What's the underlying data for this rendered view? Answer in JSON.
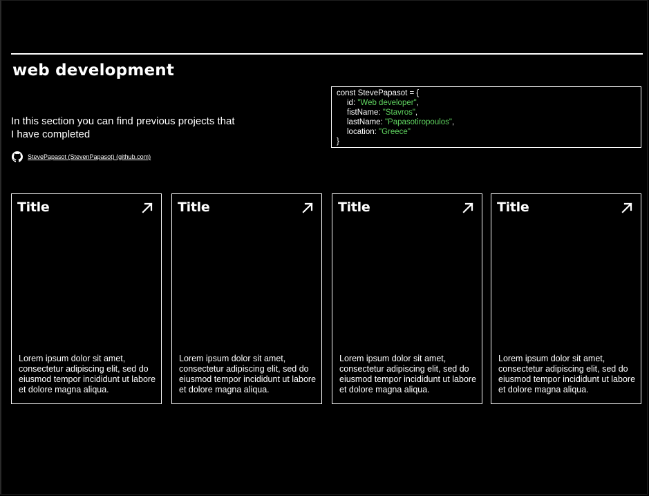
{
  "header": {
    "section_title": "web development",
    "intro": "In this section you can find previous projects that I have completed",
    "github_link": "StevePapasot (StevenPapasot) (github.com)"
  },
  "code": {
    "line_open": "const StevePapasot = {",
    "id_key": "id: ",
    "id_val": "\"Web developer\"",
    "first_key": "fistName: ",
    "first_val": "\"Stavros\"",
    "last_key": "lastName: ",
    "last_val": "\"Papasotiropoulos\"",
    "loc_key": "location: ",
    "loc_val": "\"Greece\"",
    "line_close": "}"
  },
  "cards": [
    {
      "title": "Title",
      "description": "Lorem ipsum dolor sit amet, consectetur adipiscing elit, sed do eiusmod tempor incididunt ut labore et dolore magna aliqua."
    },
    {
      "title": "Title",
      "description": "Lorem ipsum dolor sit amet, consectetur adipiscing elit, sed do eiusmod tempor incididunt ut labore et dolore magna aliqua."
    },
    {
      "title": "Title",
      "description": "Lorem ipsum dolor sit amet, consectetur adipiscing elit, sed do eiusmod tempor incididunt ut labore et dolore magna aliqua."
    },
    {
      "title": "Title",
      "description": "Lorem ipsum dolor sit amet, consectetur adipiscing elit, sed do eiusmod tempor incididunt ut labore et dolore magna aliqua."
    }
  ],
  "icons": {
    "github": "github-icon",
    "card_link": "arrow-up-right-icon"
  },
  "colors": {
    "background": "#000000",
    "foreground": "#ffffff",
    "string": "#5fd35f"
  }
}
